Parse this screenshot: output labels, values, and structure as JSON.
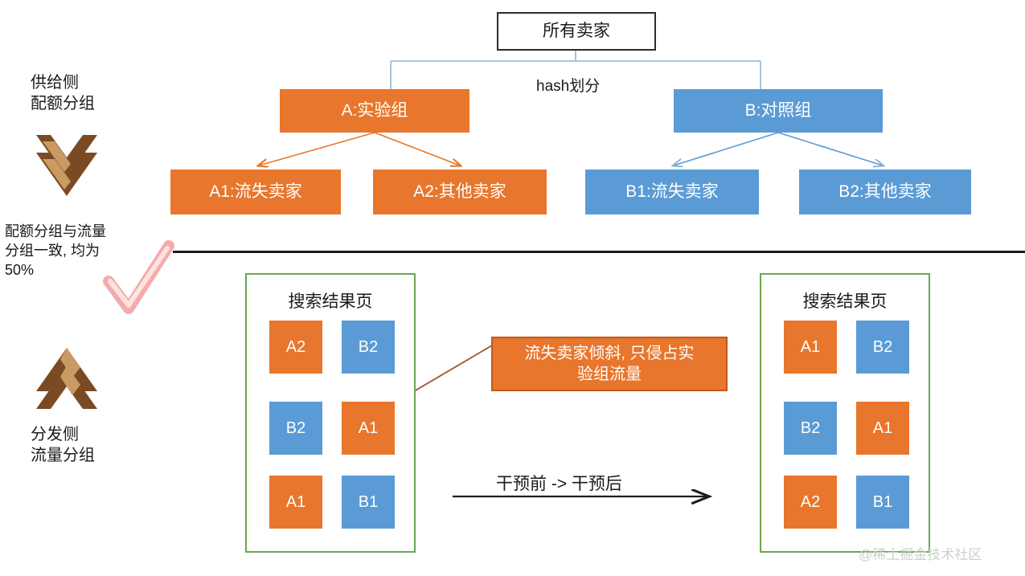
{
  "tree": {
    "root": {
      "label": "所有卖家"
    },
    "split_label": "hash划分",
    "group_a": {
      "label": "A:实验组"
    },
    "group_b": {
      "label": "B:对照组"
    },
    "a1": {
      "label": "A1:流失卖家"
    },
    "a2": {
      "label": "A2:其他卖家"
    },
    "b1": {
      "label": "B1:流失卖家"
    },
    "b2": {
      "label": "B2:其他卖家"
    }
  },
  "side": {
    "supply_caption": "供给侧\n配额分组",
    "note_caption": "配额分组与流量\n分组一致, 均为\n50%",
    "distribution_caption": "分发侧\n流量分组",
    "chevron_down_icon": "double-chevron-down-icon",
    "chevron_up_icon": "double-chevron-up-icon",
    "check_icon": "check-mark-icon"
  },
  "panels": {
    "before": {
      "title": "搜索结果页",
      "cells": [
        {
          "label": "A2",
          "color": "orange"
        },
        {
          "label": "B2",
          "color": "blue"
        },
        {
          "label": "B2",
          "color": "blue"
        },
        {
          "label": "A1",
          "color": "orange"
        },
        {
          "label": "A1",
          "color": "orange"
        },
        {
          "label": "B1",
          "color": "blue"
        }
      ]
    },
    "after": {
      "title": "搜索结果页",
      "cells": [
        {
          "label": "A1",
          "color": "orange"
        },
        {
          "label": "B2",
          "color": "blue"
        },
        {
          "label": "B2",
          "color": "blue"
        },
        {
          "label": "A1",
          "color": "orange"
        },
        {
          "label": "A2",
          "color": "orange"
        },
        {
          "label": "B1",
          "color": "blue"
        }
      ]
    }
  },
  "callout": {
    "text": "流失卖家倾斜, 只侵占实\n验组流量"
  },
  "transition": {
    "label": "干预前 ->  干预后"
  },
  "watermark": {
    "text": "@稀土掘金技术社区"
  },
  "colors": {
    "orange": "#e8762c",
    "orange_border": "#c05a1d",
    "blue": "#5b9bd5",
    "green_panel": "#6aa84f",
    "connector_blue": "#8fb4d9",
    "brown_dark": "#7b4a22",
    "brown_light": "#c99a62",
    "check_pink": "#f0a0a0",
    "divider": "#1c1c1c",
    "watermark_gray": "#c9d2c6"
  }
}
